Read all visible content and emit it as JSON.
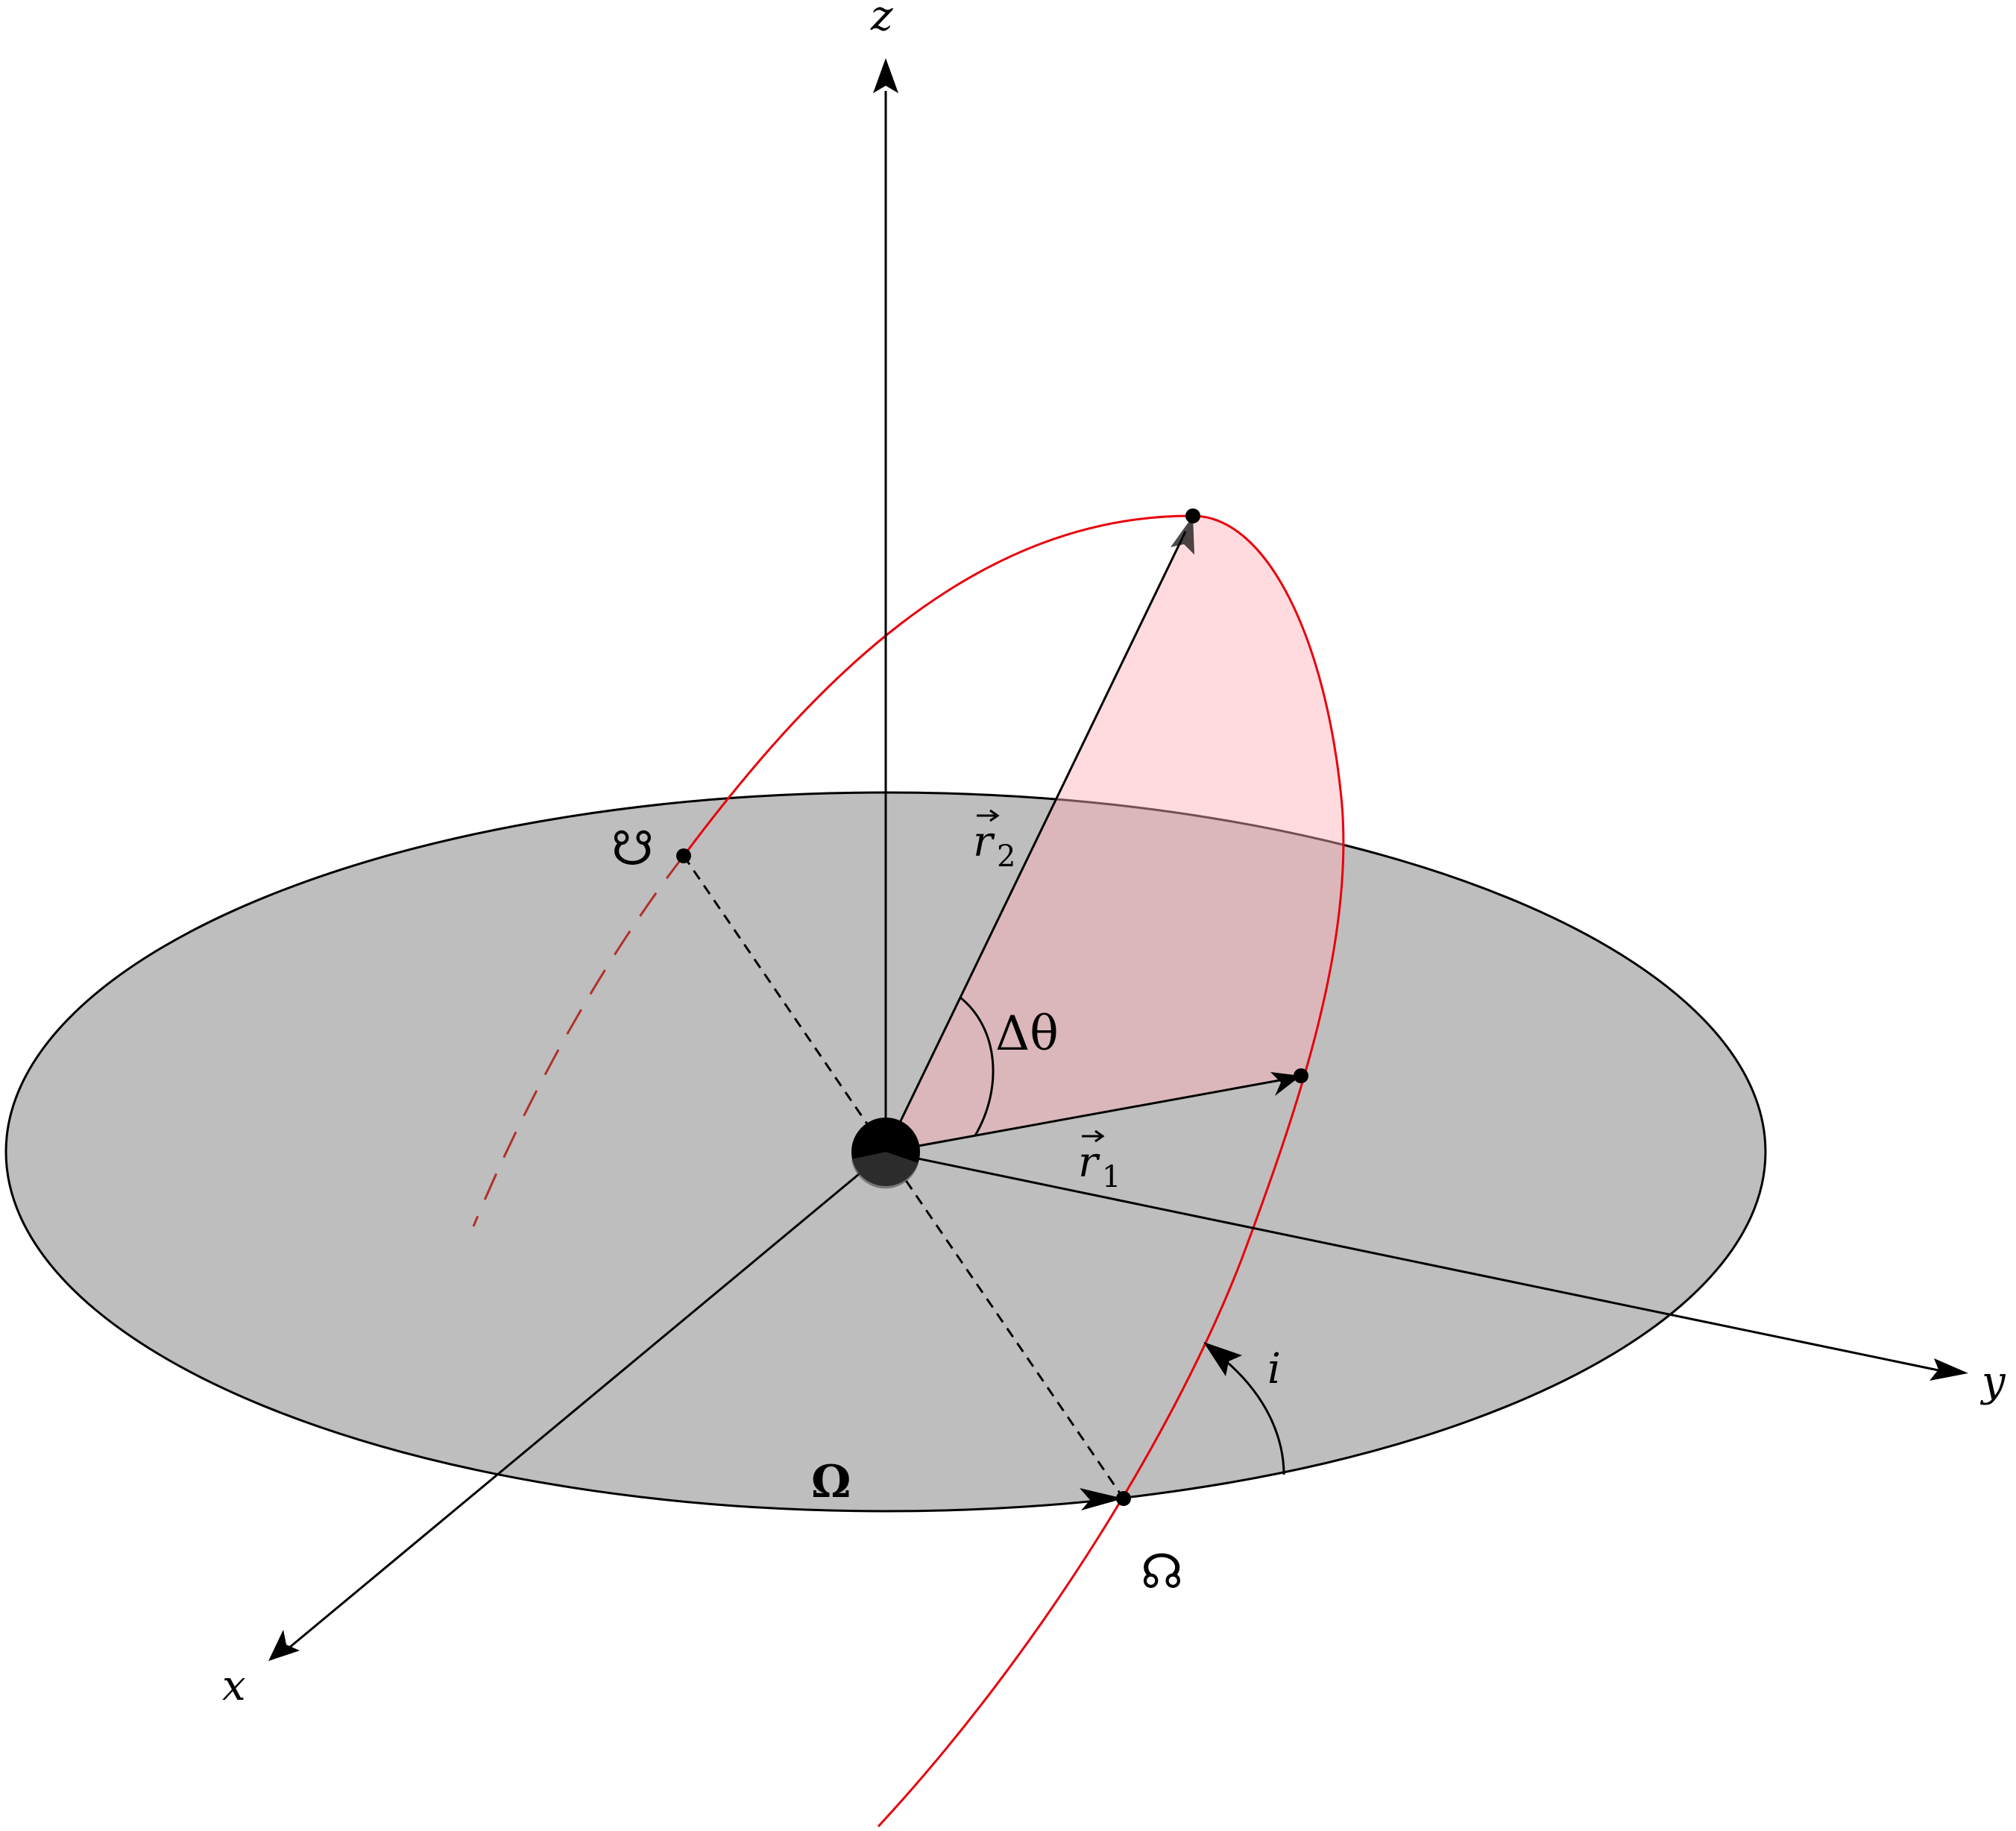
{
  "labels": {
    "z_axis": "z",
    "x_axis": "x",
    "y_axis": "y",
    "r1": "r",
    "r1_sub": "1",
    "r2": "r",
    "r2_sub": "2",
    "delta_theta": "Δθ",
    "inclination": "i",
    "raan": "Ω",
    "ascending_node": "☊",
    "descending_node": "☋"
  },
  "colors": {
    "orbit": "#e8000b",
    "orbit_hidden": "#b0302b",
    "plane_fill": "#bebebe",
    "sector_fill": "#ffb0b8",
    "axis": "#000000"
  }
}
